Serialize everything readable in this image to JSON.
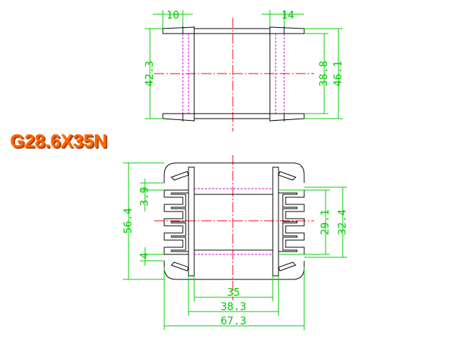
{
  "title": "G28.6X35N",
  "colors": {
    "outline": "#000000",
    "dimension": "#00cc00",
    "centerline": "#ff0000",
    "hidden": "#cc00cc",
    "title": "#ff6600"
  },
  "top_view": {
    "dims": {
      "flange_left_thickness": "10",
      "flange_right_thickness": "14",
      "inner_height_left": "42.3",
      "inner_height_right": "38.8",
      "overall_height_right": "46.1"
    }
  },
  "bottom_view": {
    "dims": {
      "overall_height": "56.4",
      "upper_offset": "3.9",
      "lower_offset": "4",
      "window_height": "29.1",
      "slot_height": "32.4",
      "inner_width": "35",
      "flange_width": "38.3",
      "overall_width": "67.3"
    }
  }
}
